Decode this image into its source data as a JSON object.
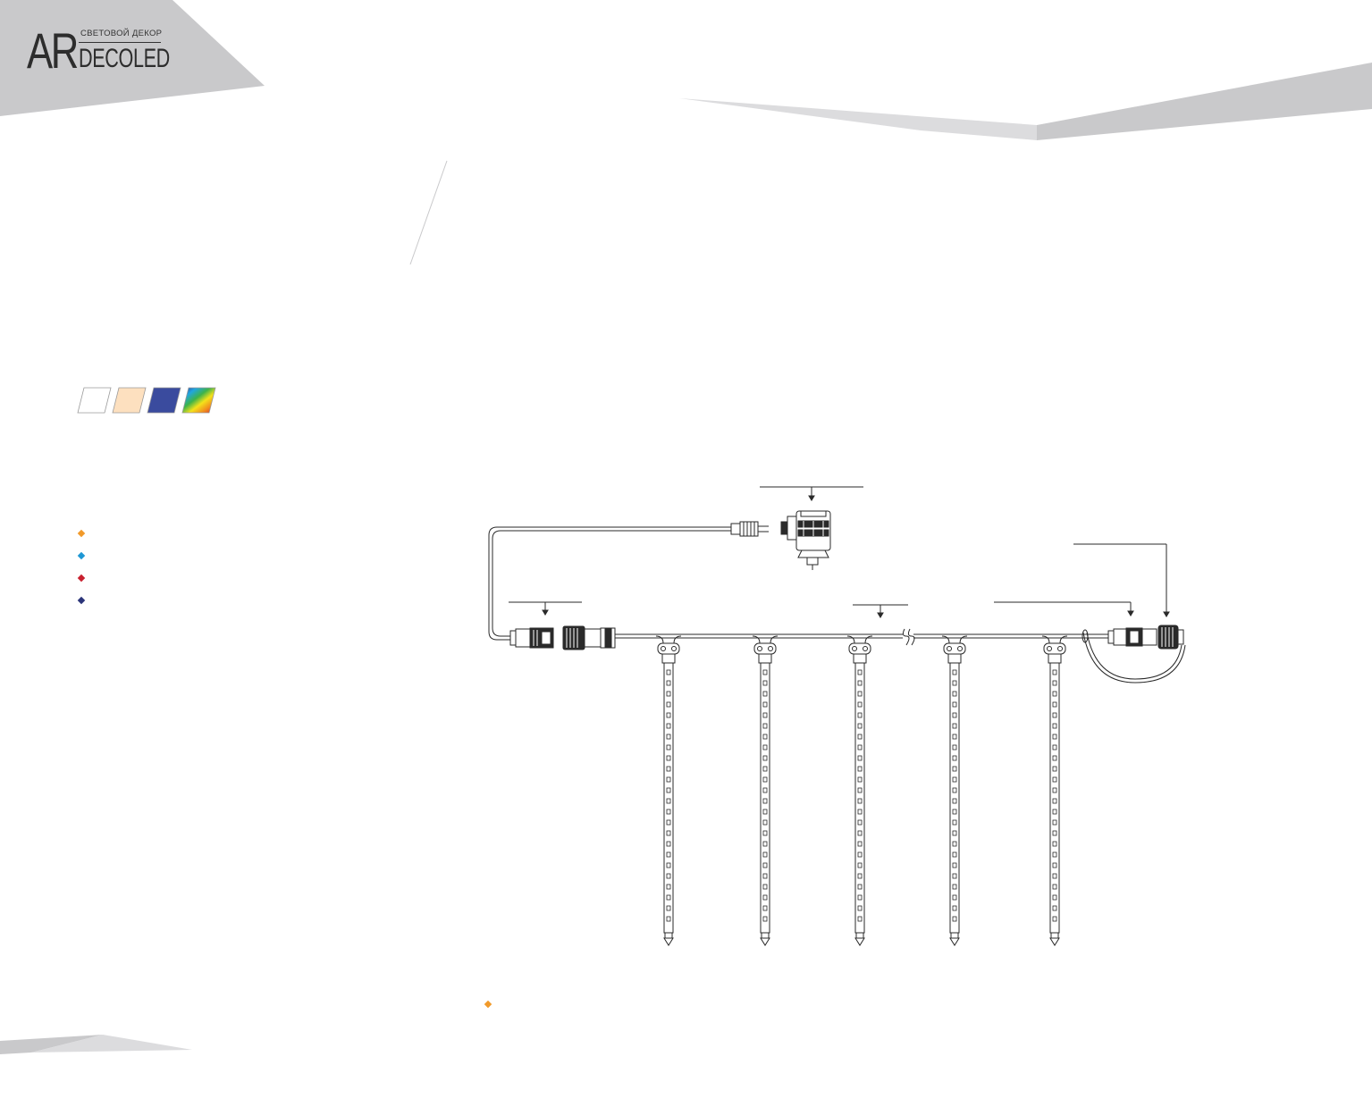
{
  "brand": {
    "initials": "AR",
    "tagline": "СВЕТОВОЙ ДЕКОР",
    "name": "DECOLED"
  },
  "colors": {
    "header_gray": "#c9c9cb",
    "light_gray": "#dcdcde",
    "bullet_orange": "#f19a2a",
    "bullet_blue": "#1e97d4",
    "bullet_red": "#c8202f",
    "bullet_navy": "#2b3479"
  },
  "swatches": [
    {
      "name": "white",
      "fill": "#ffffff"
    },
    {
      "name": "warm-white",
      "fill": "#fde0bf"
    },
    {
      "name": "blue",
      "fill": "#3a4b9e"
    },
    {
      "name": "multicolor",
      "fill": "rainbow"
    }
  ],
  "bullets": [
    {
      "color": "#f19a2a",
      "text": ""
    },
    {
      "color": "#1e97d4",
      "text": ""
    },
    {
      "color": "#c8202f",
      "text": ""
    },
    {
      "color": "#2b3479",
      "text": ""
    }
  ],
  "note": {
    "color": "#f19a2a",
    "text": ""
  },
  "diagram": {
    "tube_count": 5,
    "icons": [
      "power-adapter-icon",
      "plug-icon",
      "connector-icon",
      "end-cap-icon",
      "led-tube-icon"
    ]
  }
}
